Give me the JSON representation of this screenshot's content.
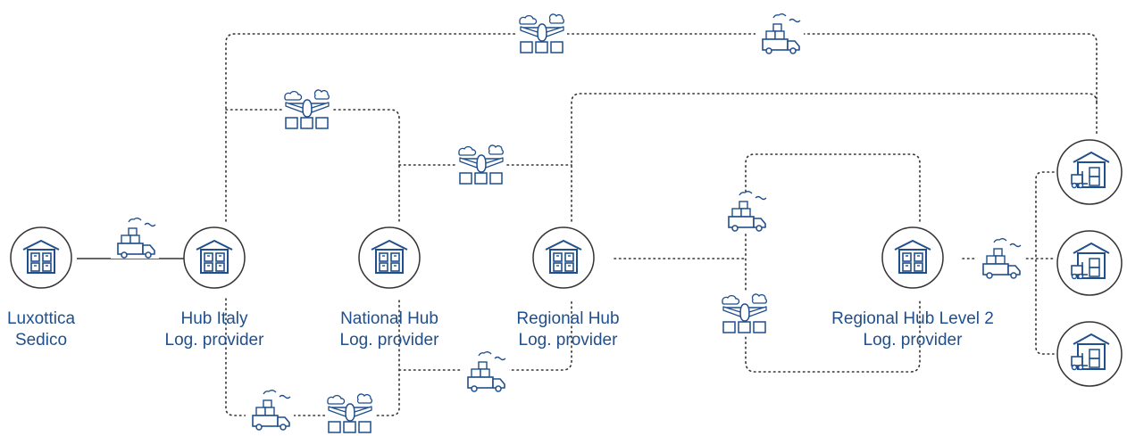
{
  "colors": {
    "primary": "#1f4f8c",
    "line": "#333333",
    "background": "#ffffff"
  },
  "nodes": [
    {
      "id": "luxottica-sedico",
      "line1": "Luxottica",
      "line2": "Sedico",
      "icon": "warehouse-icon"
    },
    {
      "id": "hub-italy",
      "line1": "Hub Italy",
      "line2": "Log. provider",
      "icon": "warehouse-icon"
    },
    {
      "id": "national-hub",
      "line1": "National Hub",
      "line2": "Log. provider",
      "icon": "warehouse-icon"
    },
    {
      "id": "regional-hub",
      "line1": "Regional Hub",
      "line2": "Log. provider",
      "icon": "warehouse-icon"
    },
    {
      "id": "regional-hub-level-2",
      "line1": "Regional Hub Level 2",
      "line2": "Log. provider",
      "icon": "warehouse-icon"
    },
    {
      "id": "destination",
      "icon": "warehouse-forklift-icon"
    }
  ],
  "transport_icons": [
    "truck-icon",
    "airplane-icon"
  ]
}
